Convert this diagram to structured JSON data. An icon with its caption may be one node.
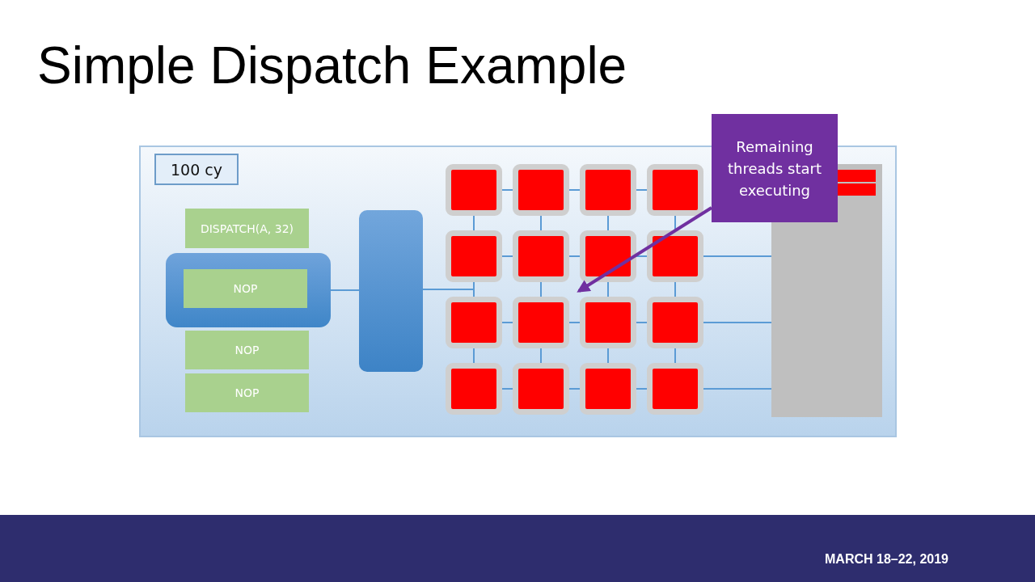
{
  "diagram": {
    "title": "Simple Dispatch Example",
    "nodes": [
      {
        "text": [],
        "shape": "box"
      },
      {
        "text": [
          "100 cy"
        ],
        "in": 0
      },
      {
        "text": [
          "DISPATCH(A, 32)"
        ],
        "in": 0
      },
      {
        "text": [],
        "shape": "box",
        "in": 0
      },
      {
        "text": [
          "NOP"
        ],
        "in": 3
      },
      {
        "text": [
          "NOP"
        ],
        "in": 0
      },
      {
        "text": [
          "NOP"
        ],
        "in": 0
      },
      {
        "text": [],
        "shape": "bar",
        "in": 0
      },
      {
        "text": [],
        "shape": "box",
        "in": 0
      },
      {
        "text": [],
        "shape": "box",
        "in": 0
      },
      {
        "text": [],
        "shape": "box",
        "in": 0
      },
      {
        "text": [],
        "shape": "box",
        "in": 0
      },
      {
        "text": [],
        "shape": "box",
        "in": 0
      },
      {
        "text": [],
        "shape": "box",
        "in": 0
      },
      {
        "text": [],
        "shape": "box",
        "in": 0
      },
      {
        "text": [],
        "shape": "box",
        "in": 0
      },
      {
        "text": [],
        "shape": "box",
        "in": 0
      },
      {
        "text": [],
        "shape": "box",
        "in": 0
      },
      {
        "text": [],
        "shape": "box",
        "in": 0
      },
      {
        "text": [],
        "shape": "box",
        "in": 0
      },
      {
        "text": [],
        "shape": "box",
        "in": 0
      },
      {
        "text": [],
        "shape": "box",
        "in": 0
      },
      {
        "text": [],
        "shape": "box",
        "in": 0
      },
      {
        "text": [],
        "shape": "box",
        "in": 0
      },
      {
        "text": [],
        "shape": "box",
        "in": 0
      },
      {
        "text": [
          "Remaining threads start executing"
        ]
      }
    ],
    "edges": [
      {
        "from": 3,
        "to": 7,
        "arrow": "none"
      },
      {
        "from": 7,
        "to": 12,
        "arrow": "none"
      },
      {
        "from": 8,
        "to": 9,
        "arrow": "none"
      },
      {
        "from": 9,
        "to": 10,
        "arrow": "none"
      },
      {
        "from": 10,
        "to": 11,
        "arrow": "none"
      },
      {
        "from": 12,
        "to": 13,
        "arrow": "none"
      },
      {
        "from": 13,
        "to": 14,
        "arrow": "none"
      },
      {
        "from": 14,
        "to": 15,
        "arrow": "none"
      },
      {
        "from": 16,
        "to": 17,
        "arrow": "none"
      },
      {
        "from": 17,
        "to": 18,
        "arrow": "none"
      },
      {
        "from": 18,
        "to": 19,
        "arrow": "none"
      },
      {
        "from": 20,
        "to": 21,
        "arrow": "none"
      },
      {
        "from": 21,
        "to": 22,
        "arrow": "none"
      },
      {
        "from": 22,
        "to": 23,
        "arrow": "none"
      },
      {
        "from": 8,
        "to": 12,
        "arrow": "none"
      },
      {
        "from": 9,
        "to": 13,
        "arrow": "none"
      },
      {
        "from": 10,
        "to": 14,
        "arrow": "none"
      },
      {
        "from": 11,
        "to": 15,
        "arrow": "none"
      },
      {
        "from": 12,
        "to": 16,
        "arrow": "none"
      },
      {
        "from": 13,
        "to": 17,
        "arrow": "none"
      },
      {
        "from": 14,
        "to": 18,
        "arrow": "none"
      },
      {
        "from": 15,
        "to": 19,
        "arrow": "none"
      },
      {
        "from": 16,
        "to": 20,
        "arrow": "none"
      },
      {
        "from": 17,
        "to": 21,
        "arrow": "none"
      },
      {
        "from": 18,
        "to": 22,
        "arrow": "none"
      },
      {
        "from": 19,
        "to": 23,
        "arrow": "none"
      },
      {
        "from": 15,
        "to": 24,
        "arrow": "none"
      },
      {
        "from": 19,
        "to": 24,
        "arrow": "none"
      },
      {
        "from": 23,
        "to": 24,
        "arrow": "none"
      },
      {
        "from": 25,
        "to": 13,
        "arrow": "to",
        "style": "thick",
        "color": "#7030a0"
      }
    ],
    "labels": [
      "MARCH 18–22, 2019"
    ]
  }
}
